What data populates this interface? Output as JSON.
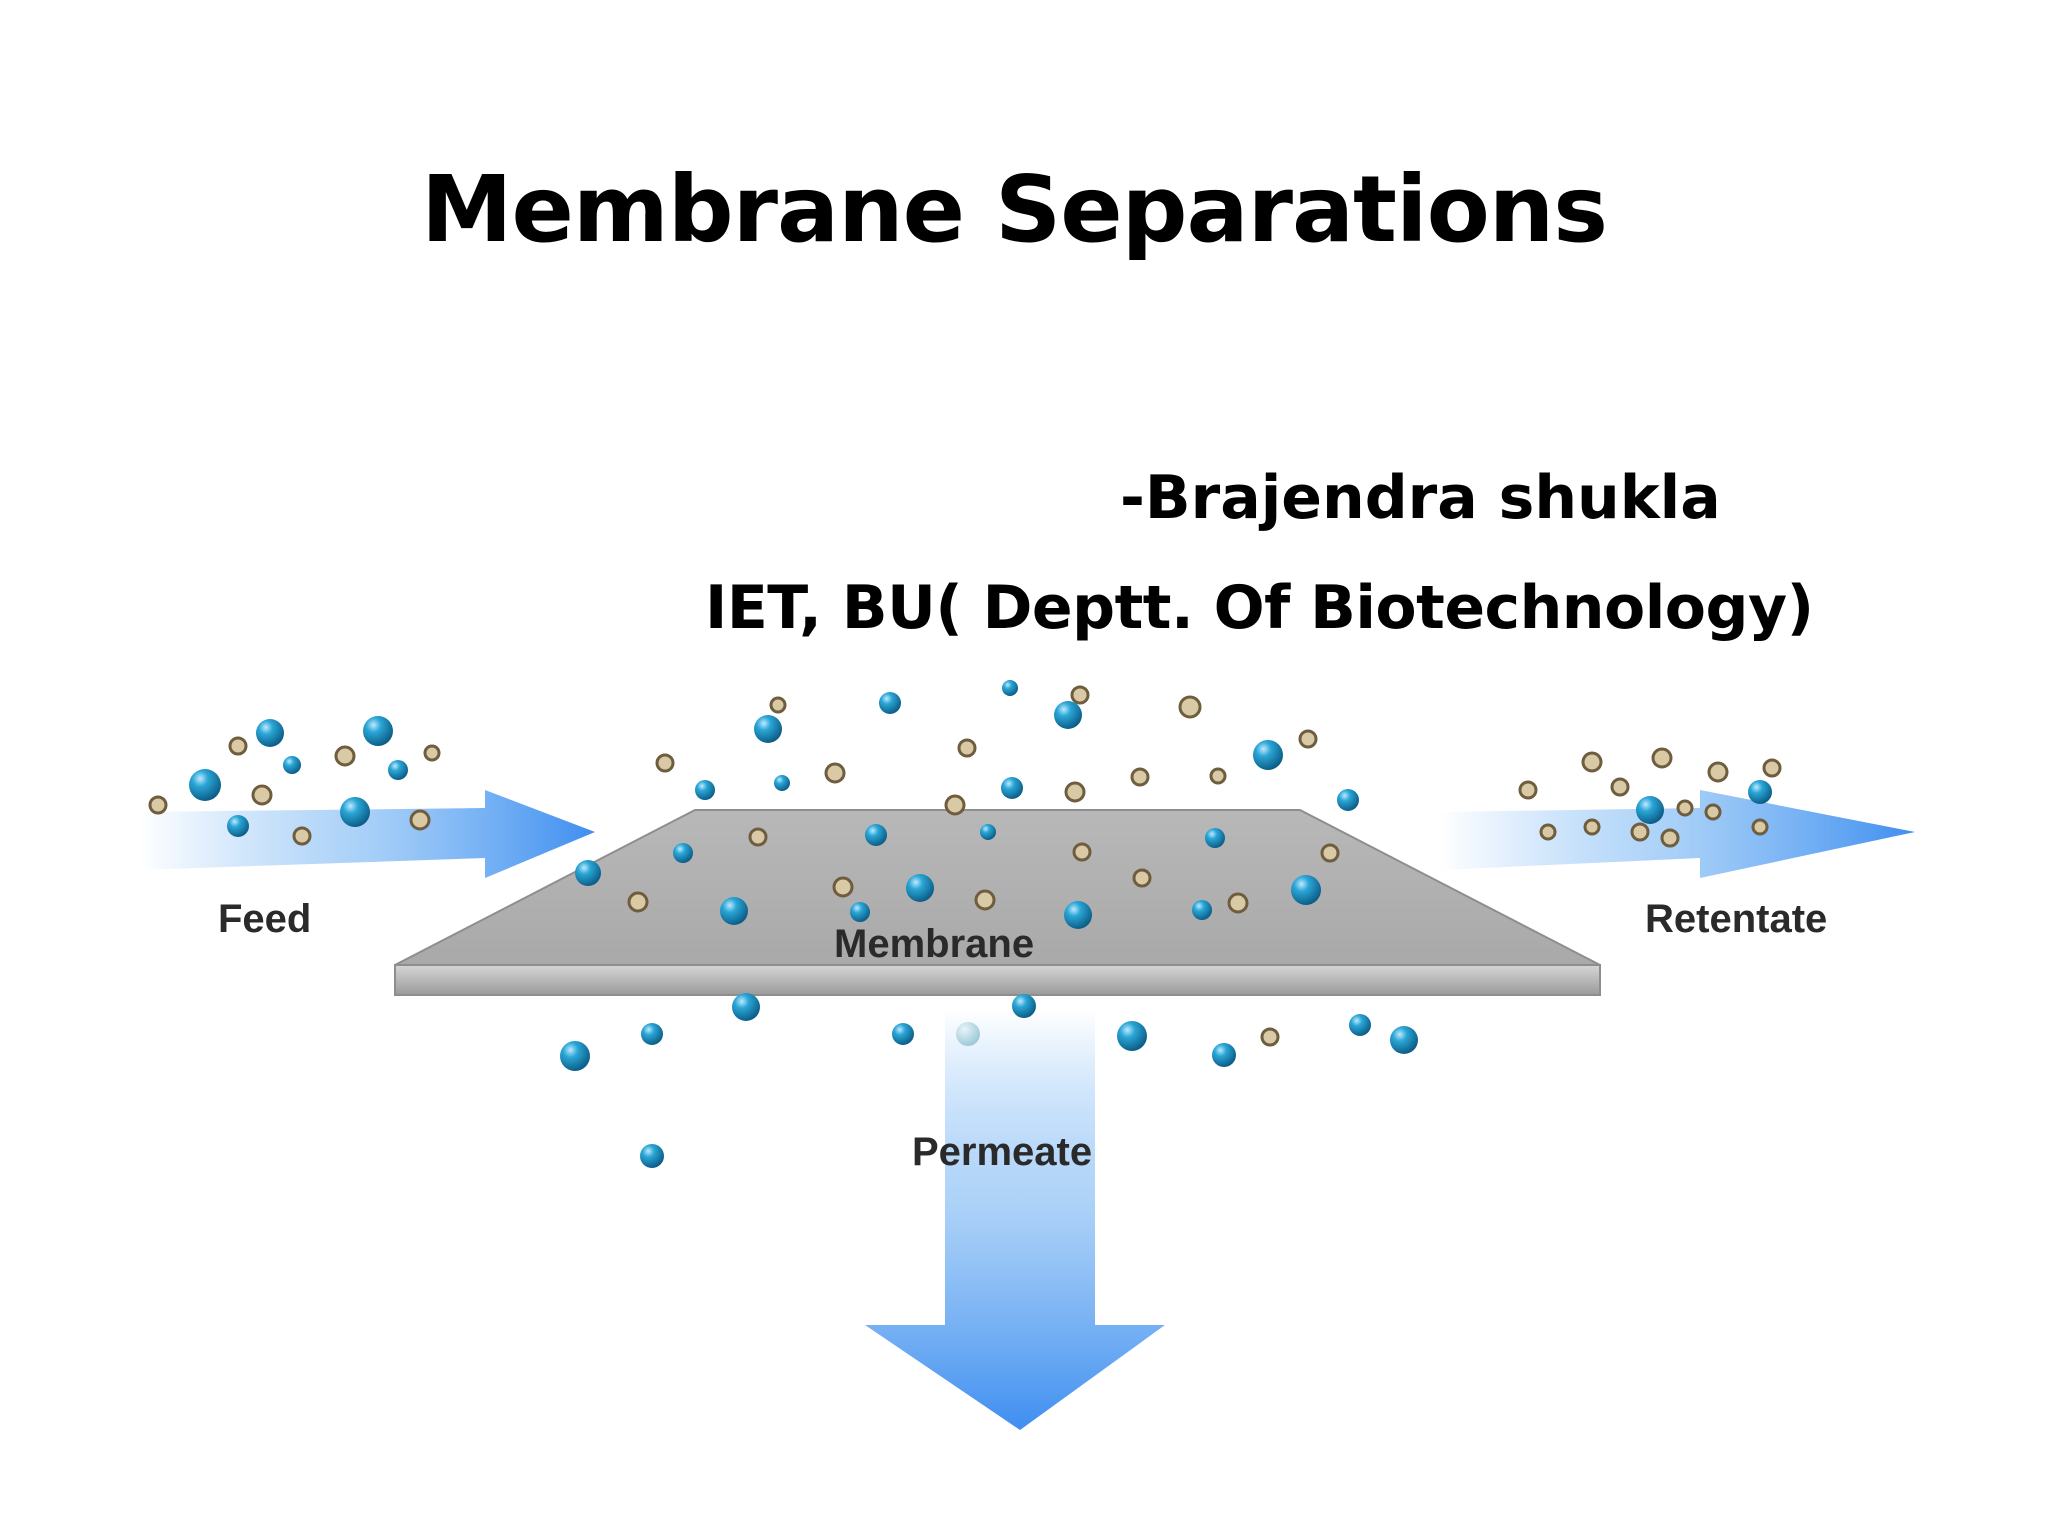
{
  "slide": {
    "title": "Membrane Separations",
    "author": "-Brajendra shukla",
    "affiliation": "IET, BU( Deptt. Of  Biotechnology)"
  },
  "diagram": {
    "labels": {
      "feed": "Feed",
      "membrane": "Membrane",
      "retentate": "Retentate",
      "permeate": "Permeate"
    },
    "colors": {
      "small_particle": "#1e8fc0",
      "large_particle": "#c9b48a",
      "membrane": "#b5b5b5",
      "flow_arrow": "#4a9df0"
    }
  }
}
